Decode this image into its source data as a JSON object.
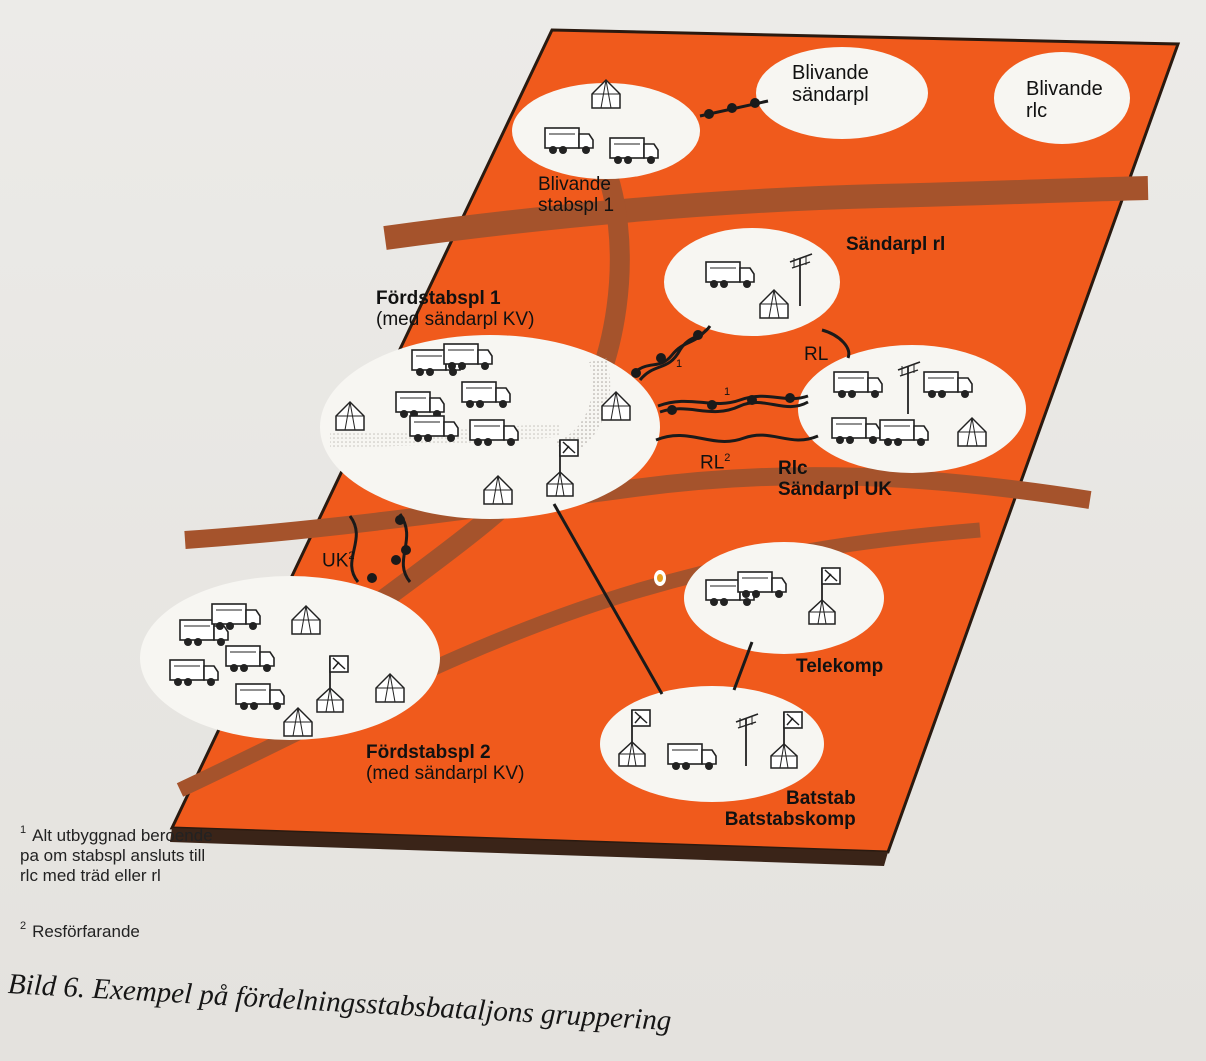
{
  "labels": {
    "blivande_sandarpl": [
      "Blivande",
      "sändarpl"
    ],
    "blivande_rlc": [
      "Blivande",
      "rlc"
    ],
    "blivande_stabspl": [
      "Blivande",
      "stabspl 1"
    ],
    "sandarpl_rl": "Sändarpl rl",
    "fordstabspl1": [
      "Fördstabspl 1",
      "(med sändarpl KV)"
    ],
    "rl_small": "RL",
    "rl2": "RL",
    "rl2_sup": "2",
    "one_mark_a": "1",
    "one_mark_b": "1",
    "rlc_sandarpl_uk": [
      "Rlc",
      "Sändarpl UK"
    ],
    "uk2": "UK",
    "uk2_sup": "2",
    "telekomp": "Telekomp",
    "fordstabspl2": [
      "Fördstabspl 2",
      "(med sändarpl KV)"
    ],
    "batstab": [
      "Batstab",
      "Batstabskomp"
    ]
  },
  "footnotes": {
    "note1_mark": "1",
    "note1": [
      "Alt utbyggnad beroende",
      "pa om stabspl ansluts till",
      "rlc med träd eller rl"
    ],
    "note2_mark": "2",
    "note2": "Resförfarande"
  },
  "caption": "Bild 6. Exempel på fördelningsstabsbataljons gruppering",
  "colors": {
    "map_orange": "#f05a1c",
    "road": "#a8542a",
    "ellipse": "#f7f6f2",
    "line": "#1a1a1a"
  },
  "icons": [
    "truck-icon",
    "tent-icon",
    "antenna-icon",
    "flag-station-icon"
  ]
}
